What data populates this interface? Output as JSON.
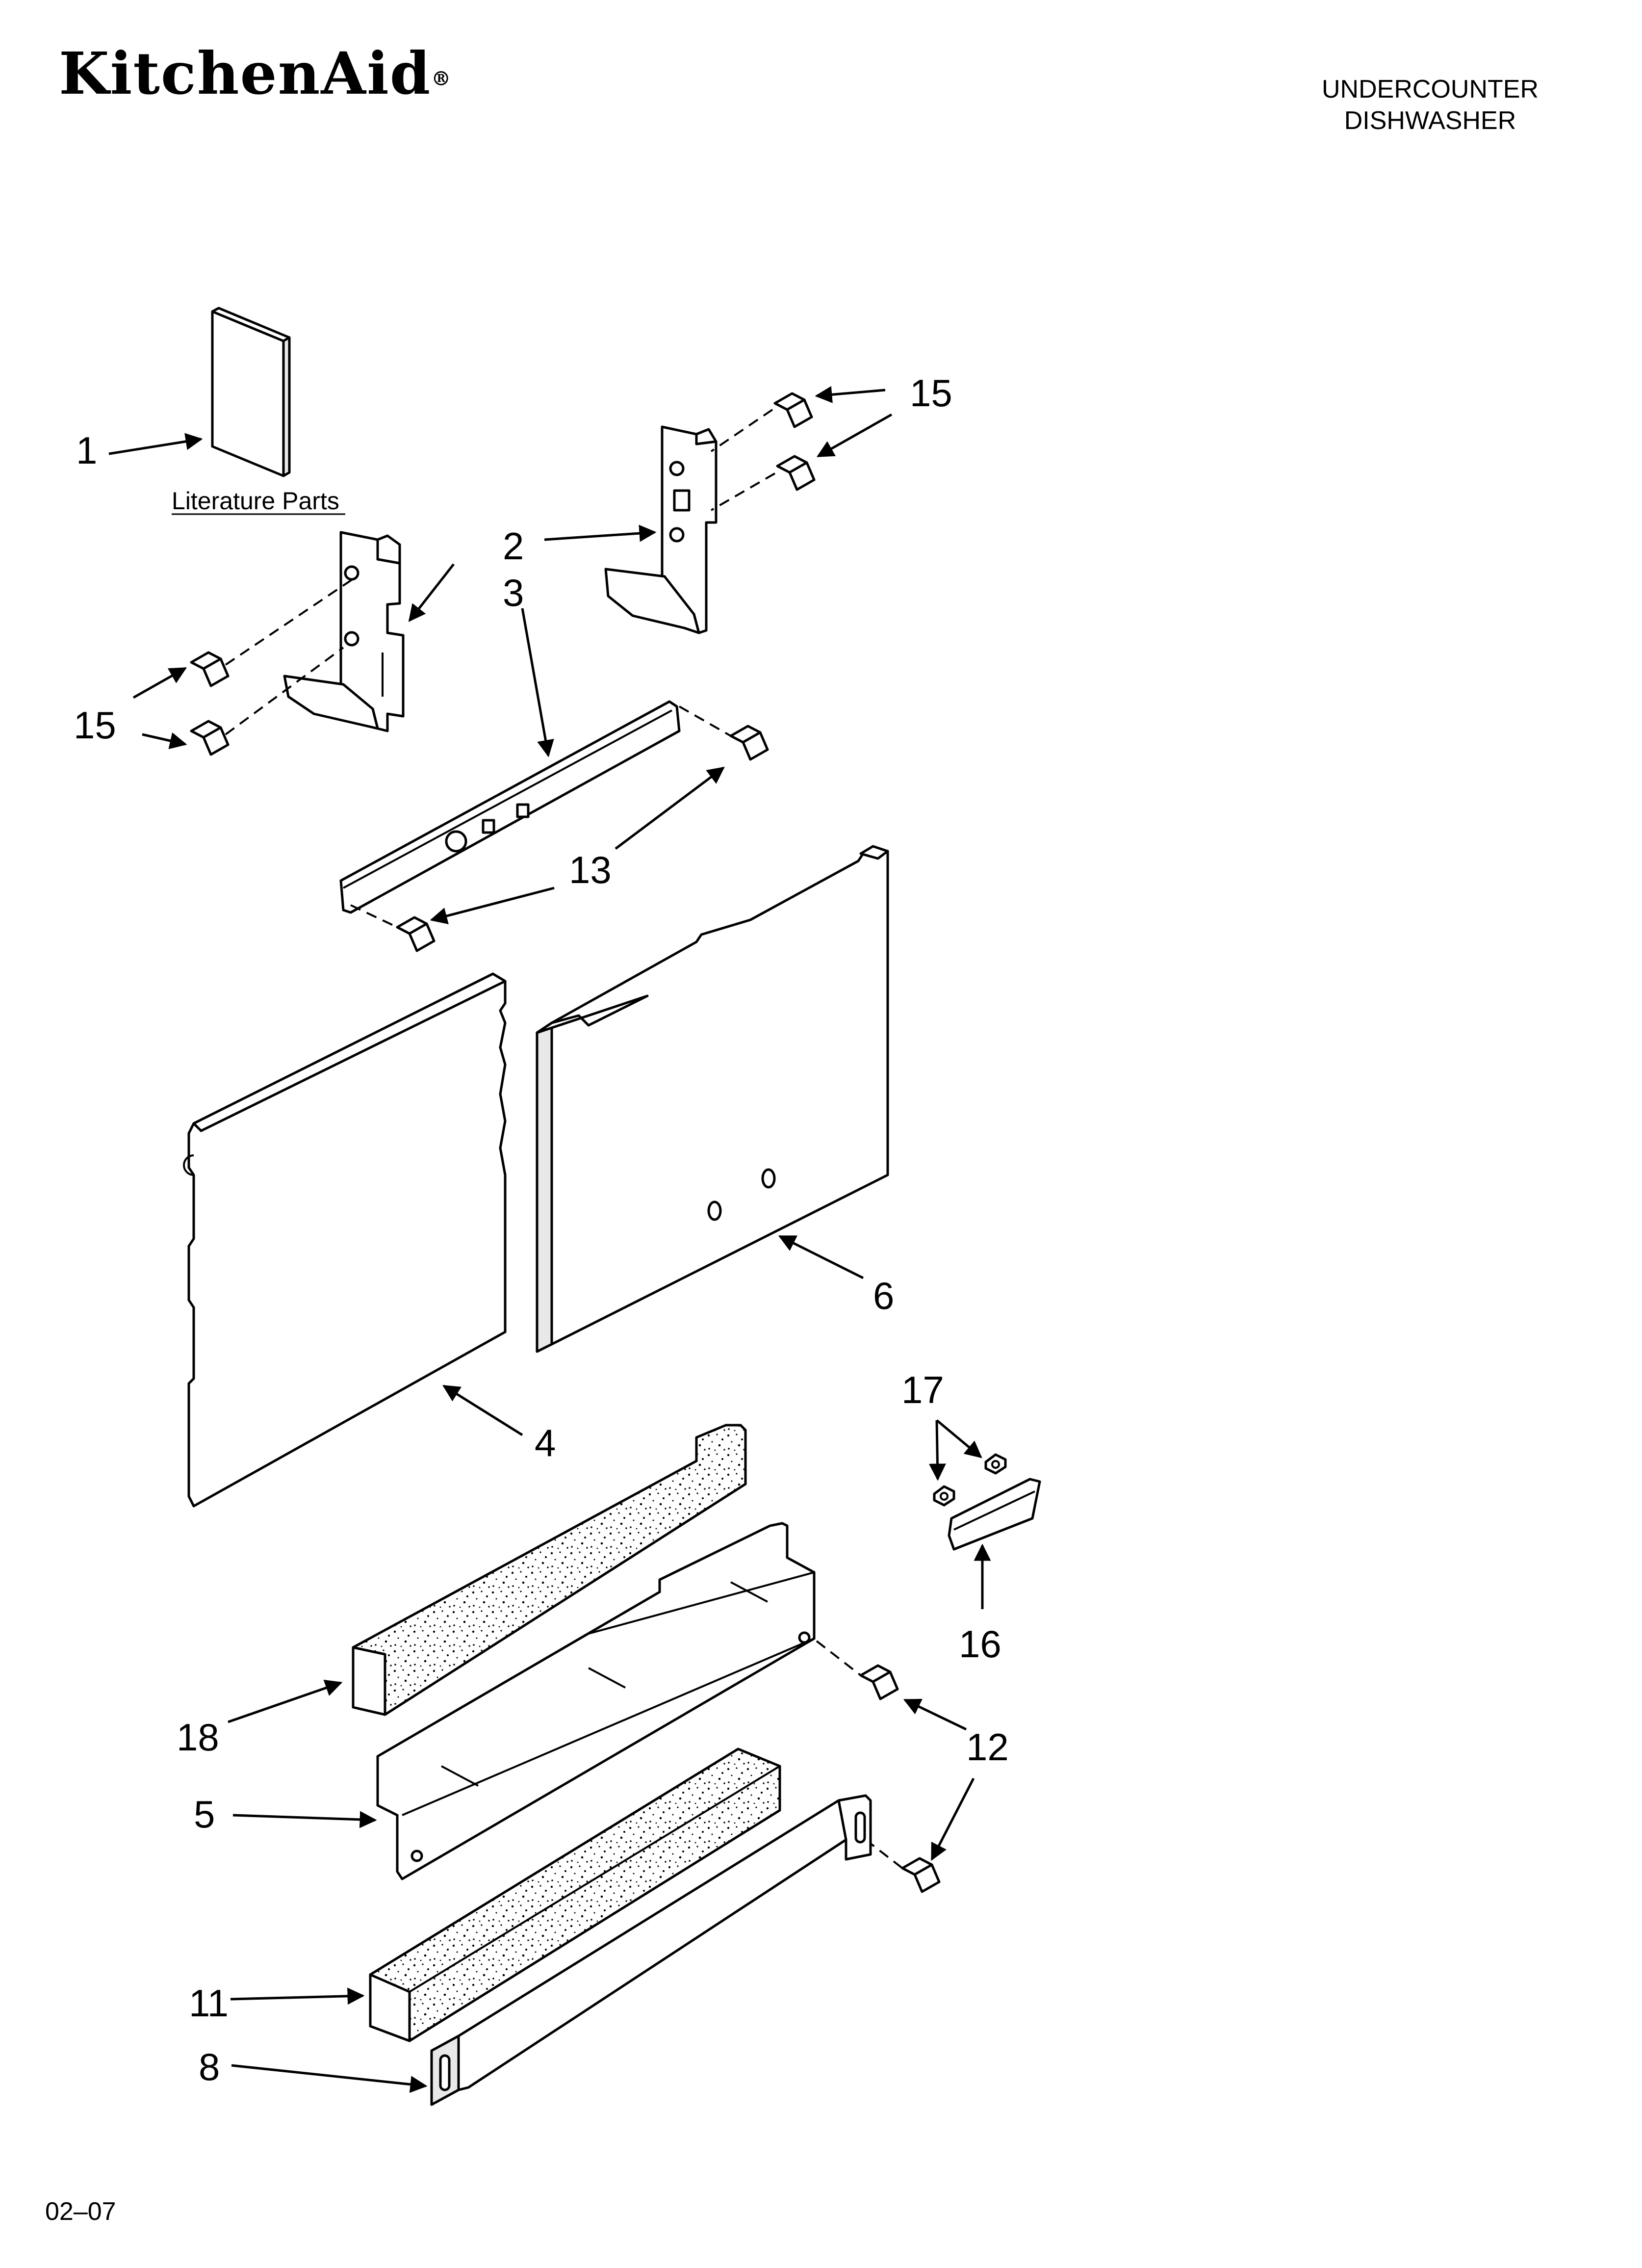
{
  "header": {
    "brand": "KitchenAid",
    "brand_mark": "®",
    "title_line1": "UNDERCOUNTER",
    "title_line2": "DISHWASHER"
  },
  "footer": {
    "code": "02–07"
  },
  "literature_label": "Literature Parts",
  "callouts": {
    "c1": "1",
    "c2": "2",
    "c3": "3",
    "c4": "4",
    "c5": "5",
    "c6": "6",
    "c8": "8",
    "c11": "11",
    "c12": "12",
    "c13": "13",
    "c15a": "15",
    "c15b": "15",
    "c16": "16",
    "c17": "17",
    "c18": "18"
  }
}
